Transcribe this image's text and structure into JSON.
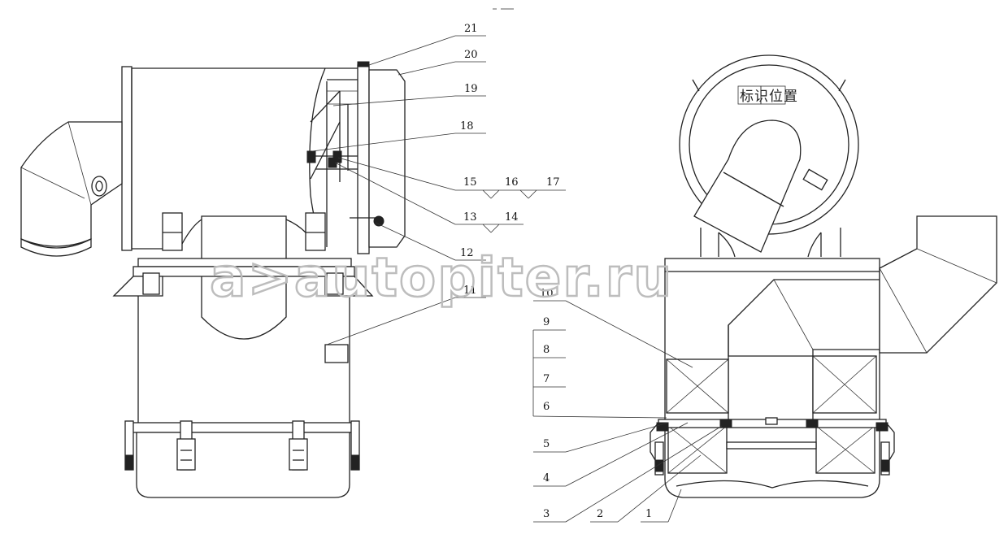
{
  "diagram": {
    "header_mark": "",
    "watermark": "a>autopiter.ru",
    "housing_marking": "标识位置",
    "callouts_side_view": [
      {
        "id": "c21",
        "label": "21"
      },
      {
        "id": "c20",
        "label": "20"
      },
      {
        "id": "c19",
        "label": "19"
      },
      {
        "id": "c18",
        "label": "18"
      },
      {
        "id": "c15",
        "label": "15"
      },
      {
        "id": "c16",
        "label": "16"
      },
      {
        "id": "c17",
        "label": "17"
      },
      {
        "id": "c13",
        "label": "13"
      },
      {
        "id": "c14",
        "label": "14"
      },
      {
        "id": "c12",
        "label": "12"
      },
      {
        "id": "c11",
        "label": "11"
      }
    ],
    "callouts_front_view": [
      {
        "id": "c10",
        "label": "10"
      },
      {
        "id": "c9",
        "label": "9"
      },
      {
        "id": "c8",
        "label": "8"
      },
      {
        "id": "c7",
        "label": "7"
      },
      {
        "id": "c6",
        "label": "6"
      },
      {
        "id": "c5",
        "label": "5"
      },
      {
        "id": "c4",
        "label": "4"
      },
      {
        "id": "c3",
        "label": "3"
      },
      {
        "id": "c2",
        "label": "2"
      },
      {
        "id": "c1",
        "label": "1"
      }
    ]
  }
}
